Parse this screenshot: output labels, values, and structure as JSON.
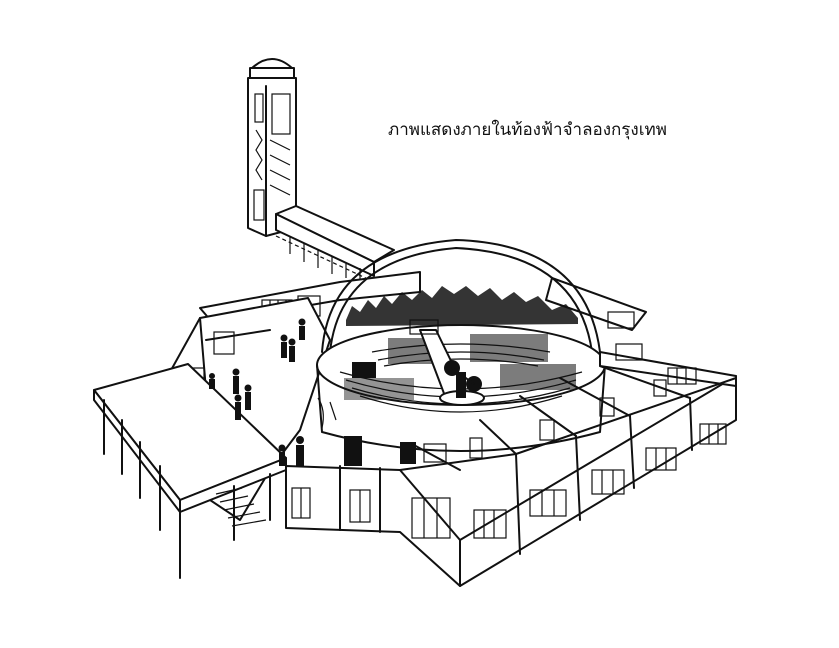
{
  "caption": {
    "text": "ภาพแสดงภายในท้องฟ้าจำลองกรุงเทพ"
  },
  "illustration": {
    "subject": "cutaway-planetarium-building",
    "style": "black-ink-line-drawing",
    "colors": {
      "ink": "#111111",
      "paper": "#ffffff"
    }
  }
}
